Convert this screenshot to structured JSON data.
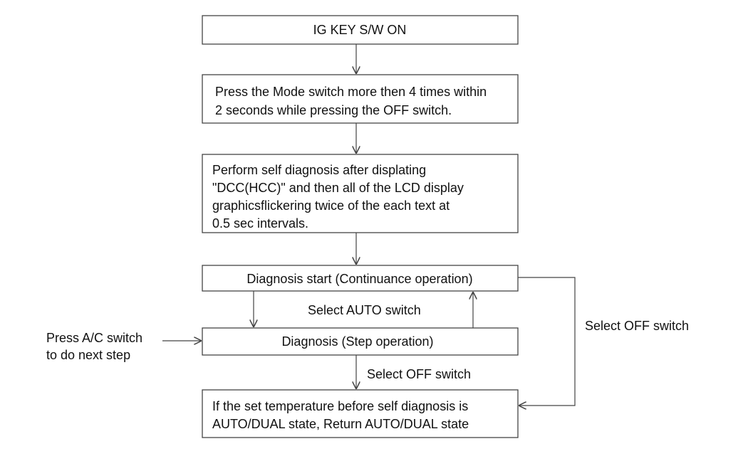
{
  "steps": {
    "ig_key": "IG KEY S/W ON",
    "press_mode": [
      "Press the Mode switch more then 4 times within",
      "2 seconds while pressing the OFF switch."
    ],
    "self_diag": [
      "Perform self diagnosis after displating",
      "\"DCC(HCC)\" and then all of the LCD display",
      "graphicsflickering twice of the each text at",
      "0.5 sec intervals."
    ],
    "diag_start": "Diagnosis start (Continuance operation)",
    "diag_step": "Diagnosis (Step operation)",
    "return_state": [
      "If the set temperature before self diagnosis is",
      "AUTO/DUAL state, Return AUTO/DUAL state"
    ]
  },
  "labels": {
    "select_auto": "Select AUTO switch",
    "select_off_right": "Select OFF switch",
    "select_off_bottom": "Select OFF switch",
    "press_ac": [
      "Press A/C switch",
      "to do next step"
    ]
  }
}
